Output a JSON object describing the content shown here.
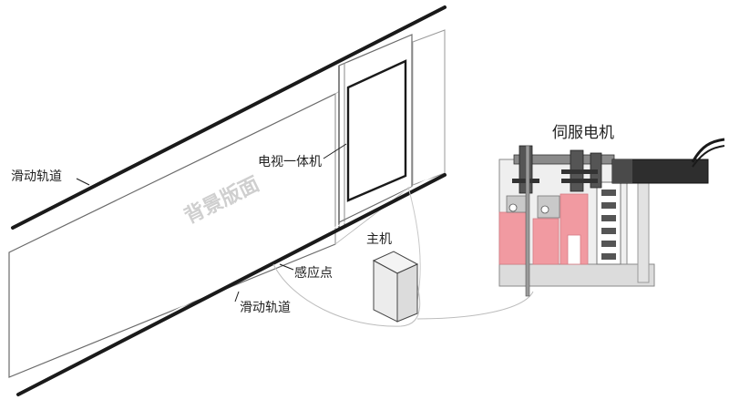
{
  "labels": {
    "rail_top": "滑动轨道",
    "rail_bottom": "滑动轨道",
    "tv": "电视一体机",
    "backboard": "背景版面",
    "host": "主机",
    "sensor": "感应点",
    "servo": "伺服电机"
  },
  "colors": {
    "line": "#1a1a1a",
    "panel_stroke": "#6a6a6a",
    "backboard_text": "#cfcfcf",
    "motor_pink": "#f19aa1",
    "motor_gray": "#c9c9c9",
    "motor_dark": "#3a3a3a"
  }
}
